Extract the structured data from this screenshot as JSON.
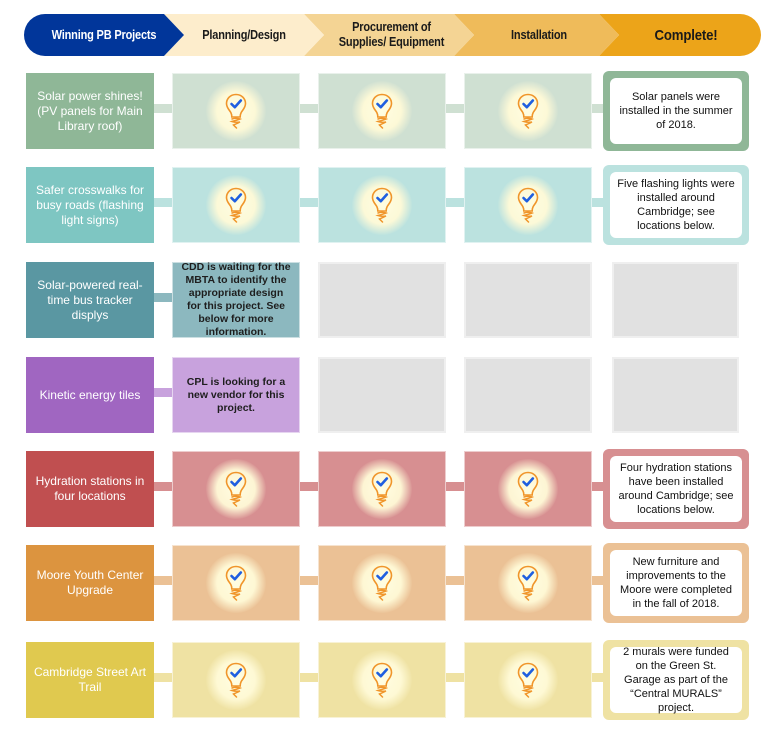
{
  "header": {
    "stages": [
      {
        "label": "Winning PB Projects",
        "color": "#01369a"
      },
      {
        "label": "Planning/Design",
        "color": "#fdedcc"
      },
      {
        "label": "Procurement of Supplies/ Equipment",
        "color": "#f4d494"
      },
      {
        "label": "Installation",
        "color": "#efbb5a"
      },
      {
        "label": "Complete!",
        "color": "#eca419"
      }
    ]
  },
  "projects": [
    {
      "name": "Solar power shines! (PV panels for Main Library roof)",
      "color": "#8fb797",
      "light": "#cfe0d2",
      "frame": "#8fb797",
      "stages": [
        "check",
        "check",
        "check"
      ],
      "complete": "Solar panels were installed in the summer of 2018."
    },
    {
      "name": "Safer crosswalks for busy roads (flashing light signs)",
      "color": "#7ec6c2",
      "light": "#bbe2df",
      "frame": "#bbe2df",
      "stages": [
        "check",
        "check",
        "check"
      ],
      "complete": "Five flashing lights were installed around Cambridge; see locations below."
    },
    {
      "name": "Solar-powered real-time bus tracker displys",
      "color": "#5a97a2",
      "light": "#8cb8bf",
      "frame": "",
      "stages": [
        "text",
        "empty",
        "empty"
      ],
      "stage_text": "CDD is waiting for the MBTA to identify the appropriate design for this project. See below for more information.",
      "complete": ""
    },
    {
      "name": "Kinetic energy tiles",
      "color": "#a066c1",
      "light": "#c8a2dd",
      "frame": "",
      "stages": [
        "text",
        "empty",
        "empty"
      ],
      "stage_text": "CPL is looking for a new vendor for this project.",
      "complete": ""
    },
    {
      "name": "Hydration stations in four locations",
      "color": "#c04f50",
      "light": "#d78f91",
      "frame": "#d78f91",
      "stages": [
        "check",
        "check",
        "check"
      ],
      "complete": "Four hydration stations have been installed around Cambridge; see locations below."
    },
    {
      "name": "Moore Youth Center Upgrade",
      "color": "#dc943f",
      "light": "#ebc195",
      "frame": "#ebc195",
      "stages": [
        "check",
        "check",
        "check"
      ],
      "complete": "New furniture and improvements to the Moore were completed in the fall of 2018."
    },
    {
      "name": "Cambridge Street Art Trail",
      "color": "#e0c94f",
      "light": "#efe2a3",
      "frame": "#efe2a3",
      "stages": [
        "check",
        "check",
        "check"
      ],
      "complete": "2 murals were funded on the Green St. Garage as part of the “Central MURALS” project."
    }
  ],
  "icons": {
    "stage_done": "lightbulb-check-icon"
  },
  "colors": {
    "bulb_outline": "#f0952a",
    "check": "#1f5fe0",
    "empty_stage": "#e1e1e1"
  }
}
